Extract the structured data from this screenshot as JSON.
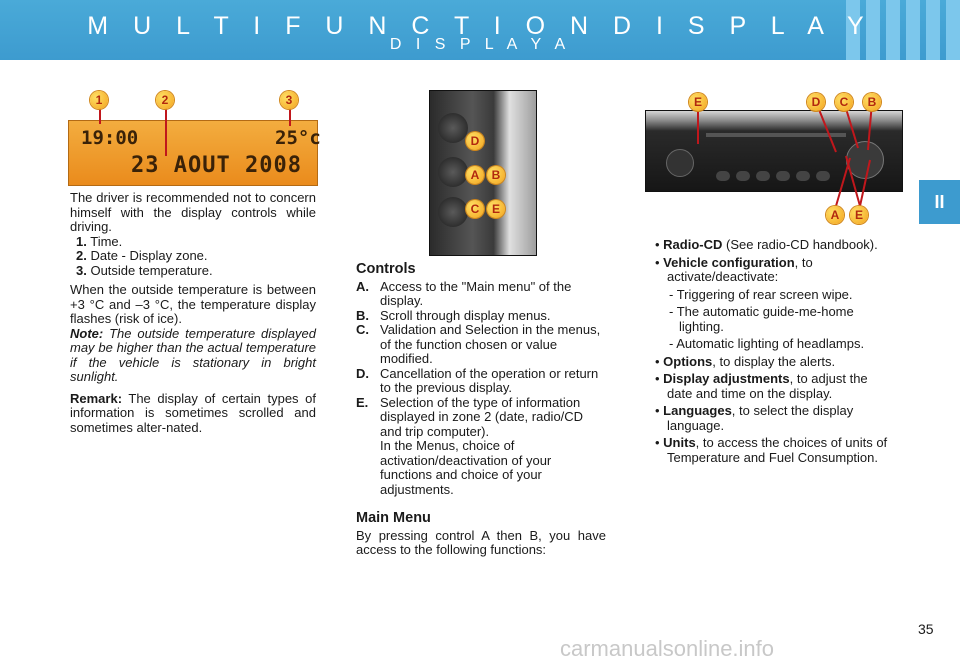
{
  "header": {
    "title": "M U L T I F U N C T I O N   D I S P L A Y",
    "subtitle": "D I S P L A Y  A",
    "section_tab": "II"
  },
  "figure_left": {
    "callouts": [
      "1",
      "2",
      "3"
    ],
    "lcd_time": "19:00",
    "lcd_temp": "25°c",
    "lcd_date": "23 AOUT 2008"
  },
  "figure_middle": {
    "callouts": [
      "D",
      "A",
      "B",
      "C",
      "E"
    ]
  },
  "figure_right": {
    "callouts_top": [
      "E",
      "D",
      "C",
      "B"
    ],
    "callouts_bottom": [
      "A",
      "E"
    ]
  },
  "col1": {
    "intro": "The driver is recommended not to concern himself with the display controls while driving.",
    "items": [
      {
        "num": "1.",
        "text": "Time."
      },
      {
        "num": "2.",
        "text": "Date - Display zone."
      },
      {
        "num": "3.",
        "text": "Outside temperature."
      }
    ],
    "temp_text": "When the outside temperature is between +3 °C and –3 °C, the temperature display flashes (risk of ice).",
    "note_label": "Note:",
    "note_text": "The outside temperature displayed may be higher than the actual temperature if the vehicle is stationary in bright sunlight.",
    "remark_label": "Remark:",
    "remark_text": "The display of certain types of information is sometimes scrolled and sometimes alter-nated."
  },
  "col2": {
    "controls_heading": "Controls",
    "controls": [
      {
        "key": "A.",
        "text": "Access to the \"Main menu\" of the display."
      },
      {
        "key": "B.",
        "text": "Scroll through display menus."
      },
      {
        "key": "C.",
        "text": "Validation and Selection in the menus, of the function chosen or value modified."
      },
      {
        "key": "D.",
        "text": "Cancellation of the operation or return to the previous display."
      },
      {
        "key": "E.",
        "text": "Selection of the type of information displayed in zone 2 (date, radio/CD and trip computer)."
      }
    ],
    "controls_extra": "In the Menus, choice of activation/deactivation of your functions and choice of your adjustments.",
    "main_menu_heading": "Main Menu",
    "main_menu_text": "By pressing control A then B, you have access to the following functions:"
  },
  "col3": {
    "b1_label": "Radio-CD",
    "b1_text": " (See radio-CD handbook).",
    "b2_label": "Vehicle configuration",
    "b2_text": ", to activate/deactivate:",
    "b2_subs": [
      "- Triggering of rear screen wipe.",
      "- The automatic guide-me-home lighting.",
      "- Automatic lighting of headlamps."
    ],
    "b3_label": "Options",
    "b3_text": ", to display the alerts.",
    "b4_label": "Display adjustments",
    "b4_text": ", to adjust the date and time on the display.",
    "b5_label": "Languages",
    "b5_text": ", to select the display language.",
    "b6_label": "Units",
    "b6_text": ", to access the choices of units of Temperature and Fuel Consumption."
  },
  "footer": {
    "page_number": "35",
    "watermark": "carmanualsonline.info"
  },
  "colors": {
    "header_blue": "#3d9bcf",
    "callout_orange": "#f3a21b",
    "lcd_orange": "#ea8b1c",
    "pointer_red": "#c0171c"
  }
}
